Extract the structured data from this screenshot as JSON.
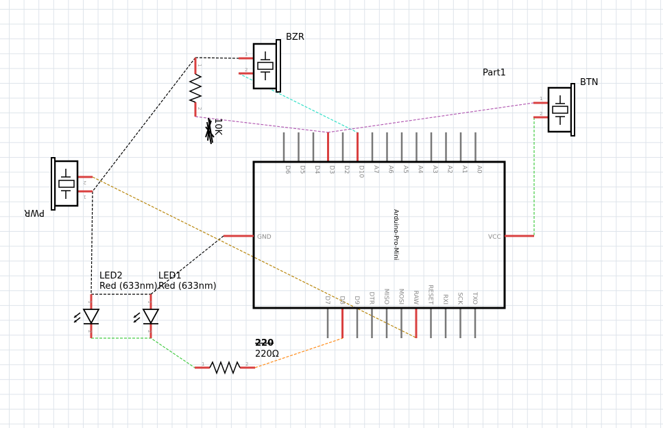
{
  "arduino": {
    "title": "Arduino-Pro-Mini",
    "top_pins": [
      "D6",
      "D5",
      "D4",
      "D3",
      "D2",
      "D10",
      "A7",
      "A6",
      "A5",
      "A4",
      "A3",
      "A2",
      "A1",
      "A0"
    ],
    "top_connected": [
      "D3",
      "D10"
    ],
    "bottom_pins": [
      "D7",
      "D8",
      "D9",
      "DTR",
      "MISO",
      "MOSI",
      "RAW",
      "RESET",
      "RXI",
      "SCK",
      "TXO"
    ],
    "bottom_connected": [
      "D8",
      "RAW"
    ],
    "left_pin": "GND",
    "right_pin": "VCC"
  },
  "labels": {
    "buzzer": "BZR",
    "part1": "Part1",
    "button": "BTN",
    "power": "PWR",
    "led2_name": "LED2",
    "led2_color": "Red (633nm)",
    "led1_name": "LED1",
    "led1_color": "Red (633nm)",
    "r_top_value": "10K",
    "r_bottom_old": "220",
    "r_bottom_value": "220Ω"
  },
  "pin_numbers": {
    "one": "1",
    "two": "2"
  },
  "colors": {
    "pin_red": "#d94040",
    "wire_black": "#000000",
    "wire_cyan": "#33e0c8",
    "wire_purple": "#b35cb3",
    "wire_green": "#44cc44",
    "wire_orange": "#ff8c1a",
    "wire_gold": "#b8860b"
  }
}
